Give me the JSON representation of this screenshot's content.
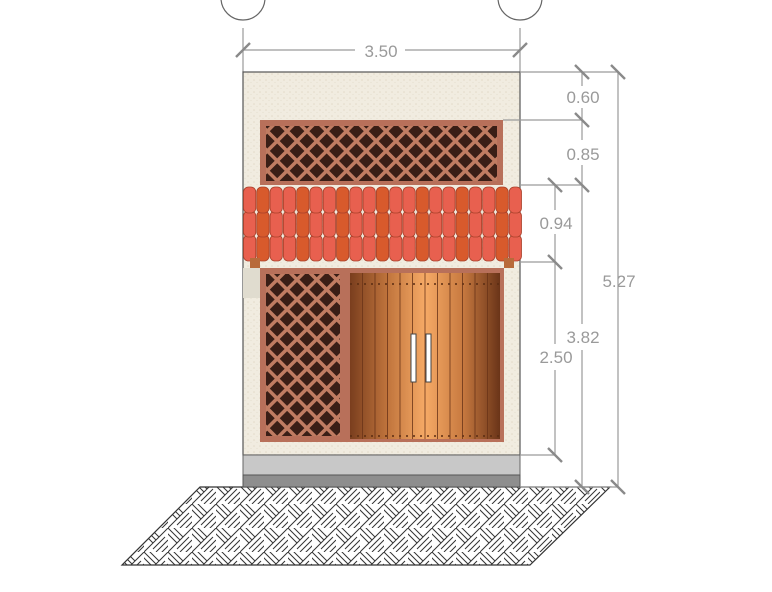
{
  "drawing": {
    "width_label": "3.50",
    "heights": {
      "top_wall": "0.60",
      "upper_screen": "0.85",
      "roof": "0.94",
      "ground_floor": "2.50",
      "to_roof_top": "3.82",
      "total": "5.27"
    }
  },
  "colors": {
    "wall": "#f1ece0",
    "lattice_frame": "#b8705a",
    "lattice_dark": "#3a1e16",
    "roof_tile": "#e8604f",
    "roof_tile_dark": "#d85a2c",
    "door_light": "#f0a060",
    "door_dark": "#8a4a25",
    "plinth": "#c8c8c8",
    "dimension": "#9a9a9a"
  }
}
